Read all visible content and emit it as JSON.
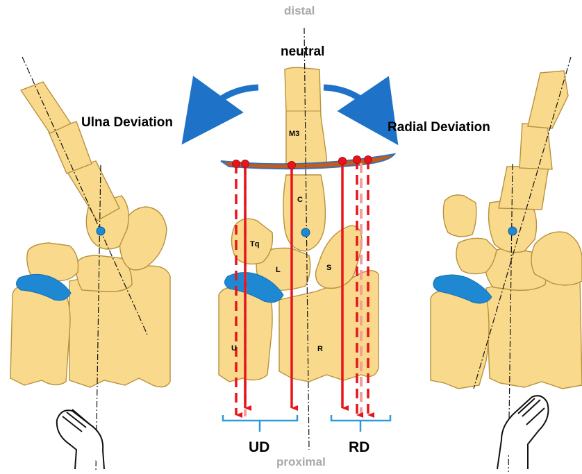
{
  "labels": {
    "distal": "distal",
    "proximal": "proximal",
    "neutral": "neutral",
    "ulna_deviation": "Ulna Deviation",
    "radial_deviation": "Radial Deviation",
    "ud": "UD",
    "rd": "RD"
  },
  "bones": {
    "m3": "M3",
    "c": "C",
    "tq": "Tq",
    "l": "L",
    "s": "S",
    "u": "U",
    "r": "R"
  },
  "colors": {
    "bone_fill": "#f9d98c",
    "bone_stroke": "#b8913c",
    "cartilage": "#1e88d2",
    "arrow_blue": "#1e73c8",
    "measure_red": "#e8141b",
    "measure_red_light": "#f3a09a",
    "arc_orange": "#c85a16",
    "arc_blue": "#3d6fb4",
    "bracket": "#2a9ad8",
    "direction_text": "#a9a9a9"
  },
  "icons": [
    "hand-left-icon",
    "hand-right-icon",
    "curved-arrow-left-icon",
    "curved-arrow-right-icon"
  ]
}
